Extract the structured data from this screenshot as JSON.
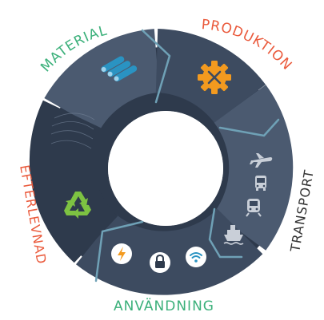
{
  "diagram": {
    "stages": {
      "material": {
        "label": "MATERIAL",
        "color": "#3bb07a",
        "icon": "logs-icon"
      },
      "produktion": {
        "label": "PRODUKTION",
        "color": "#ea5a3c",
        "icon": "gear-tools-icon"
      },
      "transport": {
        "label": "TRANSPORT",
        "color": "#333333",
        "icons": [
          "airplane-icon",
          "bus-icon",
          "train-icon",
          "ship-icon"
        ]
      },
      "anvandning": {
        "label": "ANVÄNDNING",
        "color": "#3bb07a",
        "icons": [
          "lightning-icon",
          "lock-icon",
          "wifi-icon"
        ]
      },
      "efterlevnad": {
        "label": "EFTERLEVNAD",
        "color": "#ea5a3c",
        "icon": "recycle-icon"
      }
    },
    "colors": {
      "ring_dark": "#2e3a4c",
      "ring_mid": "#3d4b60",
      "ring_light": "#4b5a70",
      "divider": "#6fa1b6",
      "accent_blue": "#2a93c2",
      "accent_orange": "#f39a1f",
      "recycle_green": "#7dc242"
    }
  }
}
